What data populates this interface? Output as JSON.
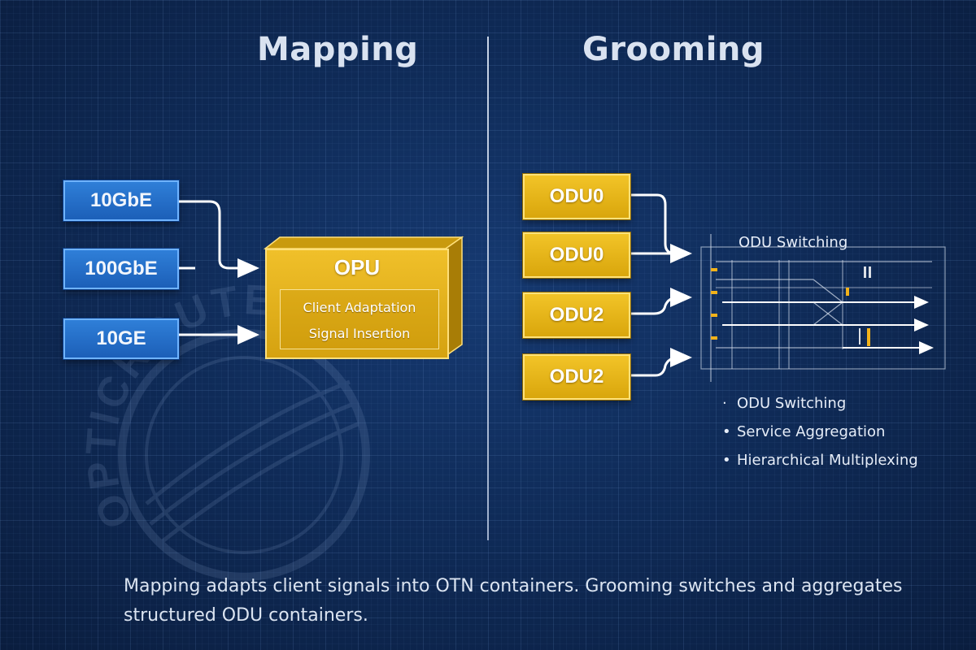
{
  "headings": {
    "left": "Mapping",
    "right": "Grooming"
  },
  "clients": [
    "10GbE",
    "100GbE",
    "10GE"
  ],
  "opu": {
    "title": "OPU",
    "rows": [
      "Client Adaptation",
      "Signal Insertion"
    ]
  },
  "odus": [
    "ODU0",
    "ODU0",
    "ODU2",
    "ODU2"
  ],
  "switching": {
    "title": "ODU Switching",
    "bullets": [
      "ODU Switching",
      "Service Aggregation",
      "Hierarchical Multiplexing"
    ]
  },
  "caption": "Mapping adapts client signals into OTN containers. Grooming switches and aggregates structured ODU containers.",
  "watermark": "OPTICROUTE",
  "colors": {
    "client_blue": "#1f66c2",
    "container_gold": "#e5b31a",
    "background": "#0f2b58"
  }
}
